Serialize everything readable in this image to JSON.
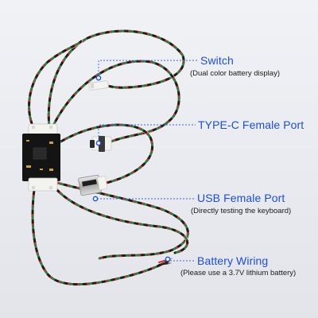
{
  "annotations": [
    {
      "title": "Switch",
      "subtitle": "(Dual color battery display)"
    },
    {
      "title": "TYPE-C Female Port",
      "subtitle": ""
    },
    {
      "title": "USB Female Port",
      "subtitle": "(Directly testing the keyboard)"
    },
    {
      "title": "Battery Wiring",
      "subtitle": "(Please use a 3.7V lithium battery)"
    }
  ],
  "colors": {
    "background": "#ecedf2",
    "label_text": "#1d4fcf",
    "leader_line": "#3a67d8",
    "pcb": "#141414",
    "connector": "#f3f3f0",
    "wire_red": "#c9303a",
    "wire_white": "#f4f2ee",
    "wire_black": "#1d1d1d",
    "wire_green": "#2f7a45"
  }
}
